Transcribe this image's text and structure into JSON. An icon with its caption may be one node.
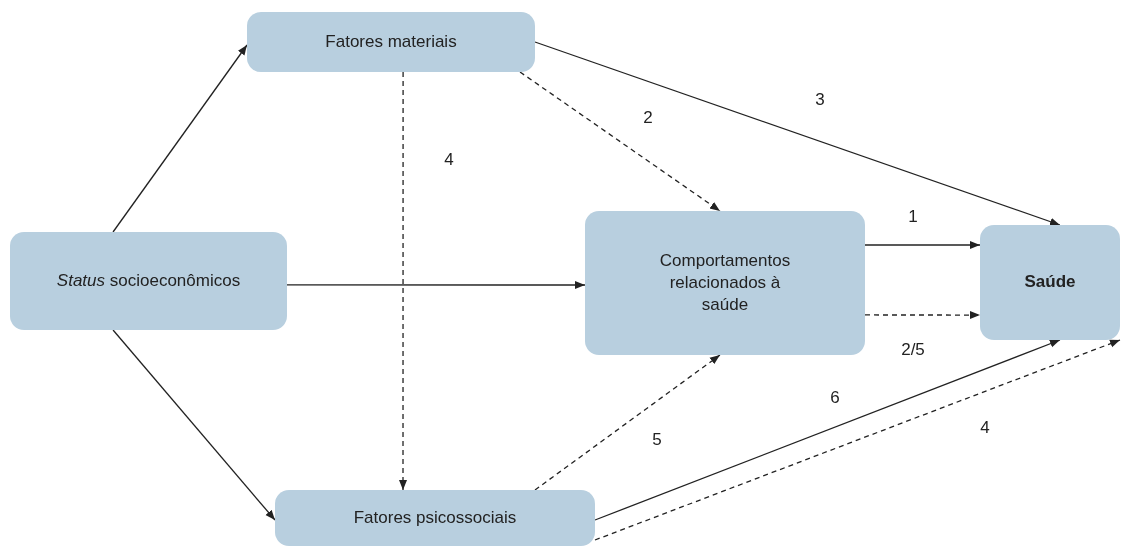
{
  "diagram": {
    "nodes": [
      {
        "text": [
          "Fatores materiais"
        ]
      },
      {
        "text": [
          "*Status* socioeconômicos"
        ]
      },
      {
        "text": [
          "Comportamentos relacionados à saúde"
        ]
      },
      {
        "text": [
          "Saúde"
        ]
      },
      {
        "text": [
          "Fatores psicossociais"
        ]
      }
    ],
    "edges": [
      {
        "from": 1,
        "to": 0,
        "arrow": "to"
      },
      {
        "from": 1,
        "to": 2,
        "arrow": "to"
      },
      {
        "from": 1,
        "to": 4,
        "arrow": "to"
      },
      {
        "from": 0,
        "to": 4,
        "arrow": "to",
        "style": "dashed",
        "label": "4"
      },
      {
        "from": 0,
        "to": 2,
        "arrow": "to",
        "style": "dashed",
        "label": "2"
      },
      {
        "from": 0,
        "to": 3,
        "arrow": "to",
        "label": "3"
      },
      {
        "from": 2,
        "to": 3,
        "arrow": "to",
        "label": "1"
      },
      {
        "from": 2,
        "to": 3,
        "arrow": "to",
        "style": "dashed",
        "label": "2/5"
      },
      {
        "from": 4,
        "to": 2,
        "arrow": "to",
        "style": "dashed",
        "label": "5"
      },
      {
        "from": 4,
        "to": 3,
        "arrow": "to",
        "label": "6"
      },
      {
        "from": 4,
        "to": 3,
        "arrow": "to",
        "style": "dashed",
        "label": "4"
      }
    ]
  }
}
